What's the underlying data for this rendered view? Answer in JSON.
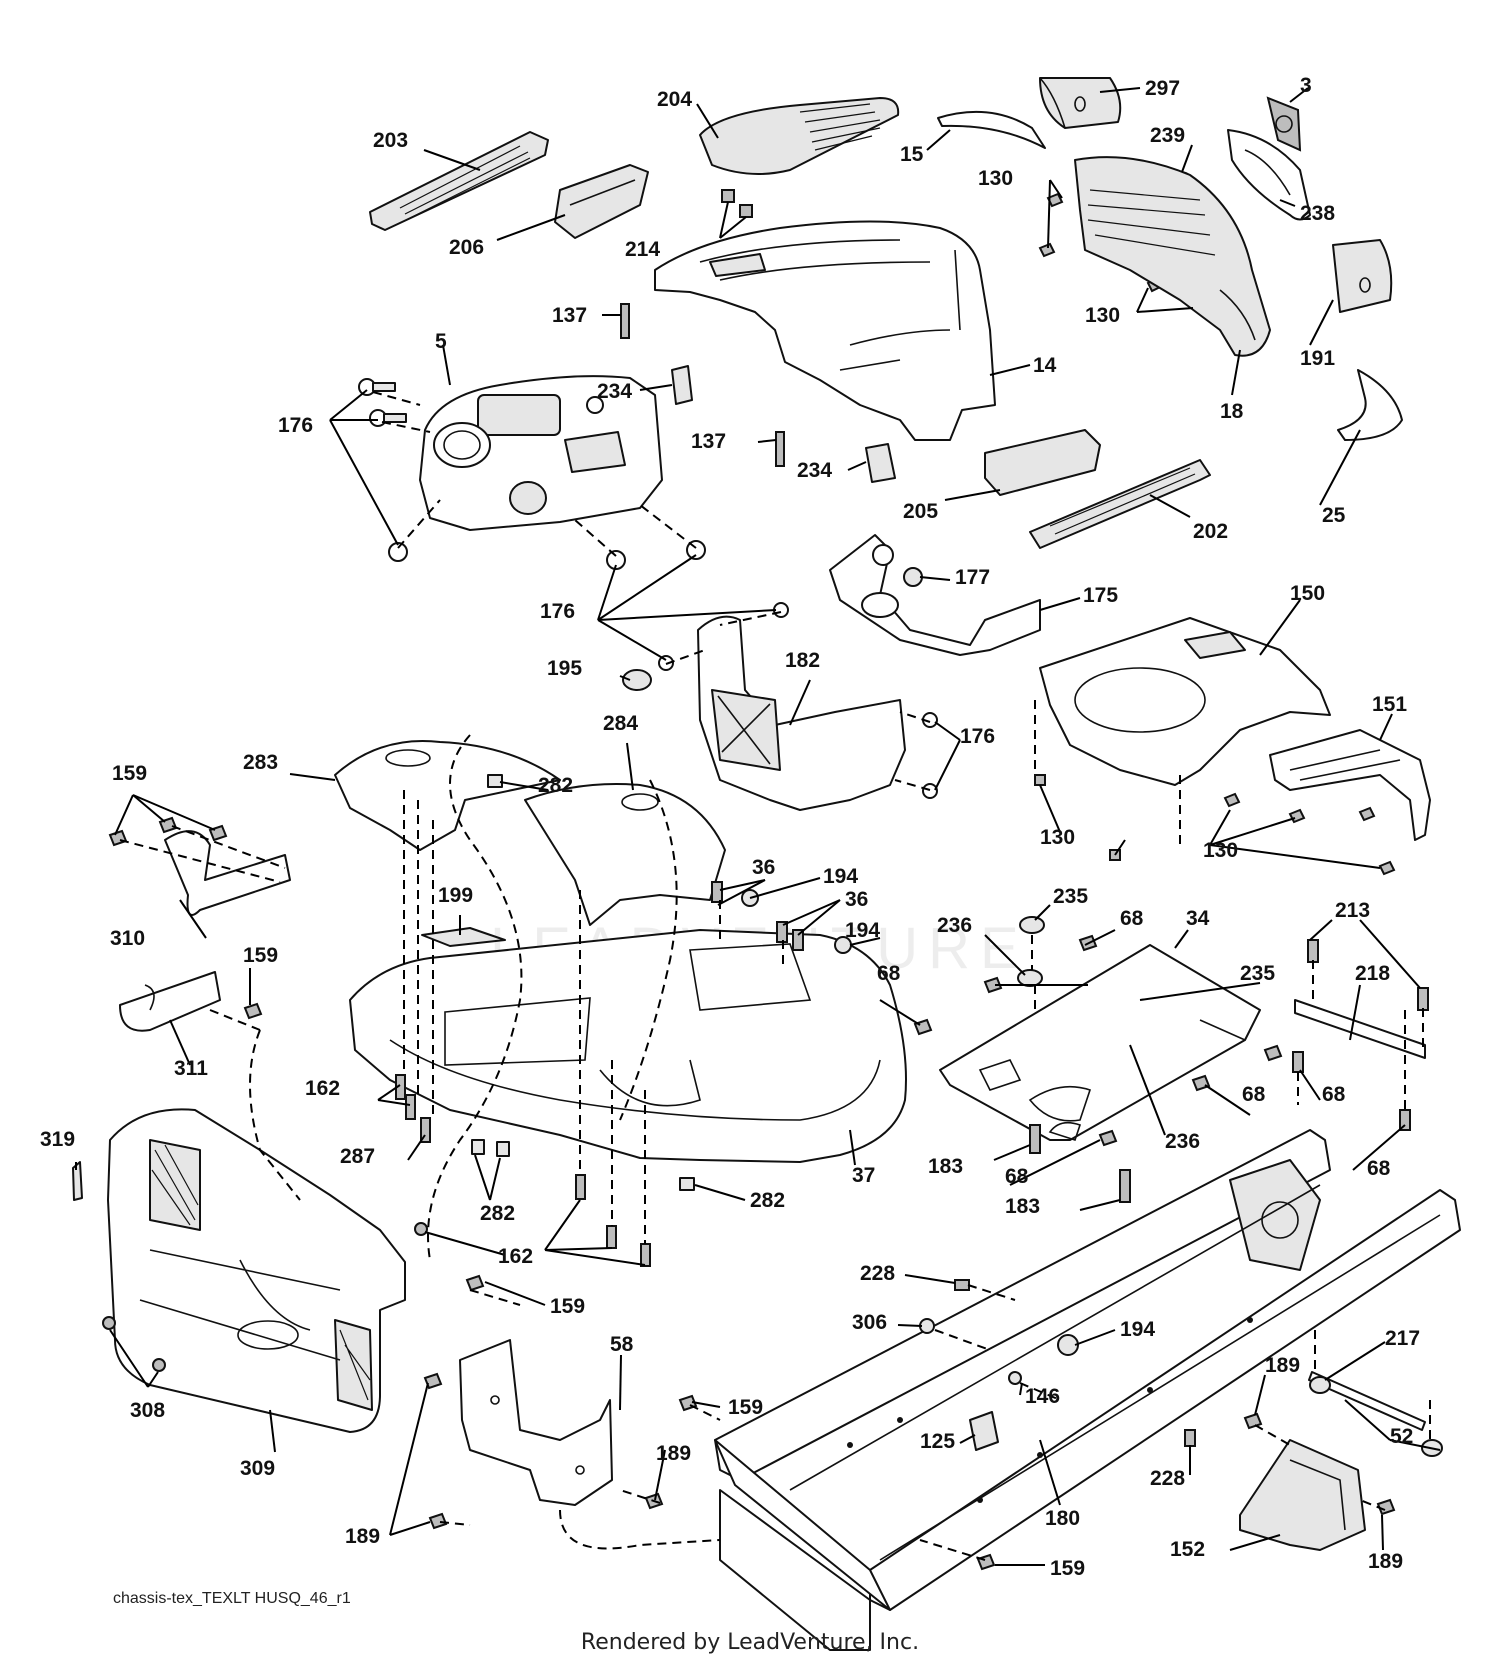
{
  "diagram": {
    "source_label": "chassis-tex_TEXLT HUSQ_46_r1",
    "footer": "Rendered by LeadVenture, Inc.",
    "watermark": "LEADVENTURE",
    "callouts": [
      {
        "id": "297",
        "label": "297"
      },
      {
        "id": "3",
        "label": "3"
      },
      {
        "id": "204",
        "label": "204"
      },
      {
        "id": "203",
        "label": "203"
      },
      {
        "id": "15",
        "label": "15"
      },
      {
        "id": "239",
        "label": "239"
      },
      {
        "id": "130a",
        "label": "130"
      },
      {
        "id": "238",
        "label": "238"
      },
      {
        "id": "206",
        "label": "206"
      },
      {
        "id": "214",
        "label": "214"
      },
      {
        "id": "137a",
        "label": "137"
      },
      {
        "id": "130b",
        "label": "130"
      },
      {
        "id": "5",
        "label": "5"
      },
      {
        "id": "191",
        "label": "191"
      },
      {
        "id": "234a",
        "label": "234"
      },
      {
        "id": "14",
        "label": "14"
      },
      {
        "id": "18",
        "label": "18"
      },
      {
        "id": "176a",
        "label": "176"
      },
      {
        "id": "137b",
        "label": "137"
      },
      {
        "id": "234b",
        "label": "234"
      },
      {
        "id": "205",
        "label": "205"
      },
      {
        "id": "25",
        "label": "25"
      },
      {
        "id": "202",
        "label": "202"
      },
      {
        "id": "177",
        "label": "177"
      },
      {
        "id": "176b",
        "label": "176"
      },
      {
        "id": "175",
        "label": "175"
      },
      {
        "id": "150",
        "label": "150"
      },
      {
        "id": "195",
        "label": "195"
      },
      {
        "id": "182",
        "label": "182"
      },
      {
        "id": "151",
        "label": "151"
      },
      {
        "id": "284",
        "label": "284"
      },
      {
        "id": "176c",
        "label": "176"
      },
      {
        "id": "283",
        "label": "283"
      },
      {
        "id": "282a",
        "label": "282"
      },
      {
        "id": "159a",
        "label": "159"
      },
      {
        "id": "130c",
        "label": "130"
      },
      {
        "id": "130d",
        "label": "130"
      },
      {
        "id": "36a",
        "label": "36"
      },
      {
        "id": "194a",
        "label": "194"
      },
      {
        "id": "36b",
        "label": "36"
      },
      {
        "id": "235a",
        "label": "235"
      },
      {
        "id": "199",
        "label": "199"
      },
      {
        "id": "236a",
        "label": "236"
      },
      {
        "id": "68a",
        "label": "68"
      },
      {
        "id": "34",
        "label": "34"
      },
      {
        "id": "213",
        "label": "213"
      },
      {
        "id": "194b",
        "label": "194"
      },
      {
        "id": "310",
        "label": "310"
      },
      {
        "id": "159b",
        "label": "159"
      },
      {
        "id": "68b",
        "label": "68"
      },
      {
        "id": "235b",
        "label": "235"
      },
      {
        "id": "218",
        "label": "218"
      },
      {
        "id": "311",
        "label": "311"
      },
      {
        "id": "162a",
        "label": "162"
      },
      {
        "id": "68c",
        "label": "68"
      },
      {
        "id": "68d",
        "label": "68"
      },
      {
        "id": "319",
        "label": "319"
      },
      {
        "id": "287",
        "label": "287"
      },
      {
        "id": "236b",
        "label": "236"
      },
      {
        "id": "183a",
        "label": "183"
      },
      {
        "id": "37",
        "label": "37"
      },
      {
        "id": "68e",
        "label": "68"
      },
      {
        "id": "68f",
        "label": "68"
      },
      {
        "id": "282b",
        "label": "282"
      },
      {
        "id": "282c",
        "label": "282"
      },
      {
        "id": "183b",
        "label": "183"
      },
      {
        "id": "162b",
        "label": "162"
      },
      {
        "id": "228a",
        "label": "228"
      },
      {
        "id": "159c",
        "label": "159"
      },
      {
        "id": "306",
        "label": "306"
      },
      {
        "id": "194c",
        "label": "194"
      },
      {
        "id": "58",
        "label": "58"
      },
      {
        "id": "217",
        "label": "217"
      },
      {
        "id": "189a",
        "label": "189"
      },
      {
        "id": "146",
        "label": "146"
      },
      {
        "id": "159d",
        "label": "159"
      },
      {
        "id": "308",
        "label": "308"
      },
      {
        "id": "52",
        "label": "52"
      },
      {
        "id": "125",
        "label": "125"
      },
      {
        "id": "189b",
        "label": "189"
      },
      {
        "id": "309",
        "label": "309"
      },
      {
        "id": "228b",
        "label": "228"
      },
      {
        "id": "180",
        "label": "180"
      },
      {
        "id": "189c",
        "label": "189"
      },
      {
        "id": "152",
        "label": "152"
      },
      {
        "id": "189d",
        "label": "189"
      },
      {
        "id": "159e",
        "label": "159"
      }
    ]
  }
}
